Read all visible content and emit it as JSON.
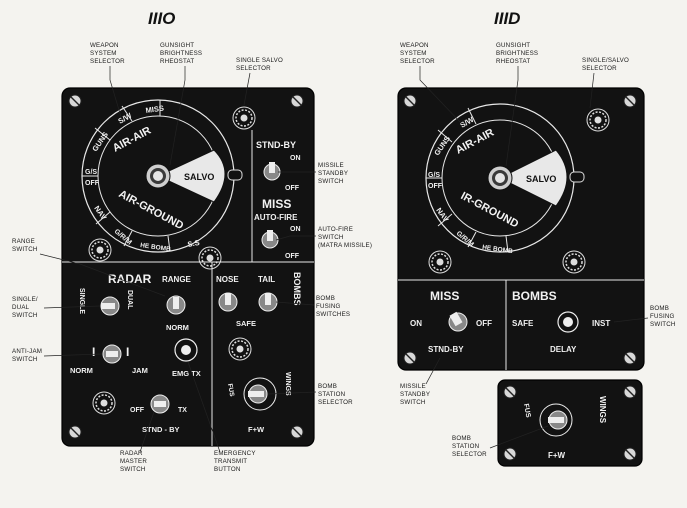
{
  "left_panel": {
    "title": "IIIO",
    "panel_text": {
      "guns": "GUNS",
      "sw": "S/W",
      "miss": "MISS",
      "air_air": "AIR-AIR",
      "air_ground": "AIR-GROUND",
      "gs": "G/S",
      "off": "OFF",
      "nav": "NAV",
      "grm": "G/R/M",
      "he_bomb": "HE BOMB",
      "ss": "S.S",
      "salvo": "SALVO",
      "stand_by": "STND-BY",
      "on": "ON",
      "off2": "OFF",
      "miss_title": "MISS",
      "auto_fire": "AUTO-FIRE",
      "on2": "ON",
      "off3": "OFF",
      "radar": "RADAR",
      "range": "RANGE",
      "single": "SINGLE",
      "dual": "DUAL",
      "norm": "NORM",
      "norm2": "NORM",
      "jam": "JAM",
      "emg_tx": "EMG TX",
      "off4": "OFF",
      "tx": "TX",
      "stnd_by2": "STND - BY",
      "nose": "NOSE",
      "tail": "TAIL",
      "bombs": "BOMBS",
      "safe": "SAFE",
      "fus": "FUS",
      "wings": "WINGS",
      "fw": "F+W"
    },
    "callouts": {
      "weapon_system_selector": [
        "WEAPON",
        "SYSTEM",
        "SELECTOR"
      ],
      "gunsight_rheostat": [
        "GUNSIGHT",
        "BRIGHTNESS",
        "RHEOSTAT"
      ],
      "single_salvo_selector": [
        "SINGLE SALVO",
        "SELECTOR"
      ],
      "missile_standby": [
        "MISSILE",
        "STANDBY",
        "SWITCH"
      ],
      "auto_fire_switch": [
        "AUTO-FIRE",
        "SWITCH",
        "(MATRA MISSILE)"
      ],
      "range_switch": [
        "RANGE",
        "SWITCH"
      ],
      "single_dual_switch": [
        "SINGLE/",
        "DUAL",
        "SWITCH"
      ],
      "anti_jam_switch": [
        "ANTI-JAM",
        "SWITCH"
      ],
      "bomb_fusing_switches": [
        "BOMB",
        "FUSING",
        "SWITCHES"
      ],
      "bomb_station_selector": [
        "BOMB",
        "STATION",
        "SELECTOR"
      ],
      "radar_master_switch": [
        "RADAR",
        "MASTER",
        "SWITCH"
      ],
      "emergency_transmit": [
        "EMERGENCY",
        "TRANSMIT",
        "BUTTON"
      ]
    }
  },
  "right_panel": {
    "title": "IIID",
    "panel_text": {
      "guns": "GUNS",
      "sw": "S/W",
      "air_air": "AIR-AIR",
      "ir_ground": "IR-GROUND",
      "gs": "G/S",
      "off": "OFF",
      "nav": "NAV",
      "grm": "G/R/M",
      "he_bomb": "HE BOMB",
      "salvo": "SALVO",
      "miss": "MISS",
      "bombs": "BOMBS",
      "on": "ON",
      "off2": "OFF",
      "stnd_by": "STND-BY",
      "safe": "SAFE",
      "inst": "INST",
      "delay": "DELAY",
      "fus": "FUS",
      "wings": "WINGS",
      "fw": "F+W"
    },
    "callouts": {
      "weapon_system_selector": [
        "WEAPON",
        "SYSTEM",
        "SELECTOR"
      ],
      "gunsight_rheostat": [
        "GUNSIGHT",
        "BRIGHTNESS",
        "RHEOSTAT"
      ],
      "single_salvo_selector": [
        "SINGLE/SALVO",
        "SELECTOR"
      ],
      "bomb_fusing_switch": [
        "BOMB",
        "FUSING",
        "SWITCH"
      ],
      "missile_standby": [
        "MISSILE",
        "STANDBY",
        "SWITCH"
      ],
      "bomb_station_selector": [
        "BOMB",
        "STATION",
        "SELECTOR"
      ]
    }
  }
}
